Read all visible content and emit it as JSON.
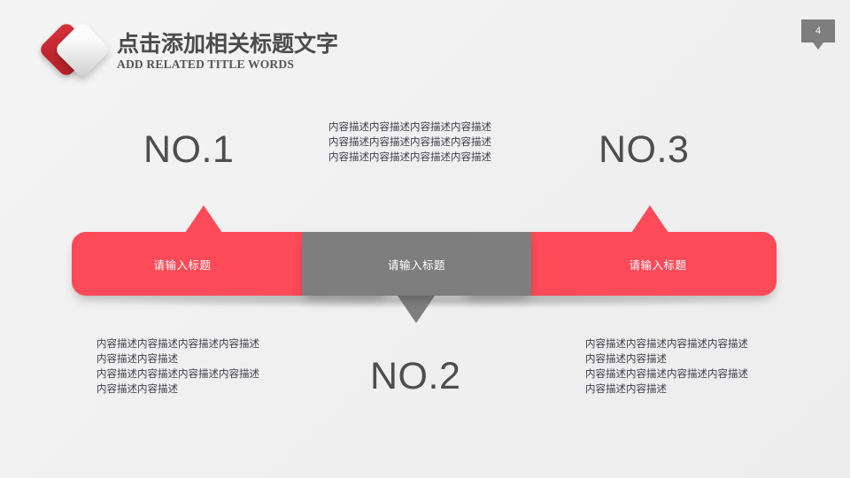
{
  "header": {
    "logo_icon": "double-diamond-logo",
    "title": "点击添加相关标题文字",
    "subtitle": "ADD RELATED TITLE WORDS"
  },
  "page_badge": {
    "number": "4"
  },
  "colors": {
    "accent_red": "#FC4A58",
    "accent_gray": "#7E7E7E",
    "logo_red": "#C22730",
    "background": "#F2F2F2",
    "heading_text": "#4E4E4E",
    "body_text": "#3D3D4A"
  },
  "steps": [
    {
      "number_label": "NO.1",
      "bar_label": "请输入标题",
      "bar_color": "#FC4A58",
      "arrow": "arrow-up"
    },
    {
      "number_label": "NO.2",
      "bar_label": "请输入标题",
      "bar_color": "#7E7E7E",
      "arrow": "arrow-down"
    },
    {
      "number_label": "NO.3",
      "bar_label": "请输入标题",
      "bar_color": "#FC4A58",
      "arrow": "arrow-up"
    }
  ],
  "descriptions": {
    "top_center": "内容描述内容描述内容描述内容描述\n内容描述内容描述内容描述内容描述\n内容描述内容描述内容描述内容描述",
    "bottom_left": "内容描述内容描述内容描述内容描述\n内容描述内容描述\n内容描述内容描述内容描述内容描述\n内容描述内容描述",
    "bottom_right": "内容描述内容描述内容描述内容描述\n内容描述内容描述\n内容描述内容描述内容描述内容描述\n内容描述内容描述"
  }
}
